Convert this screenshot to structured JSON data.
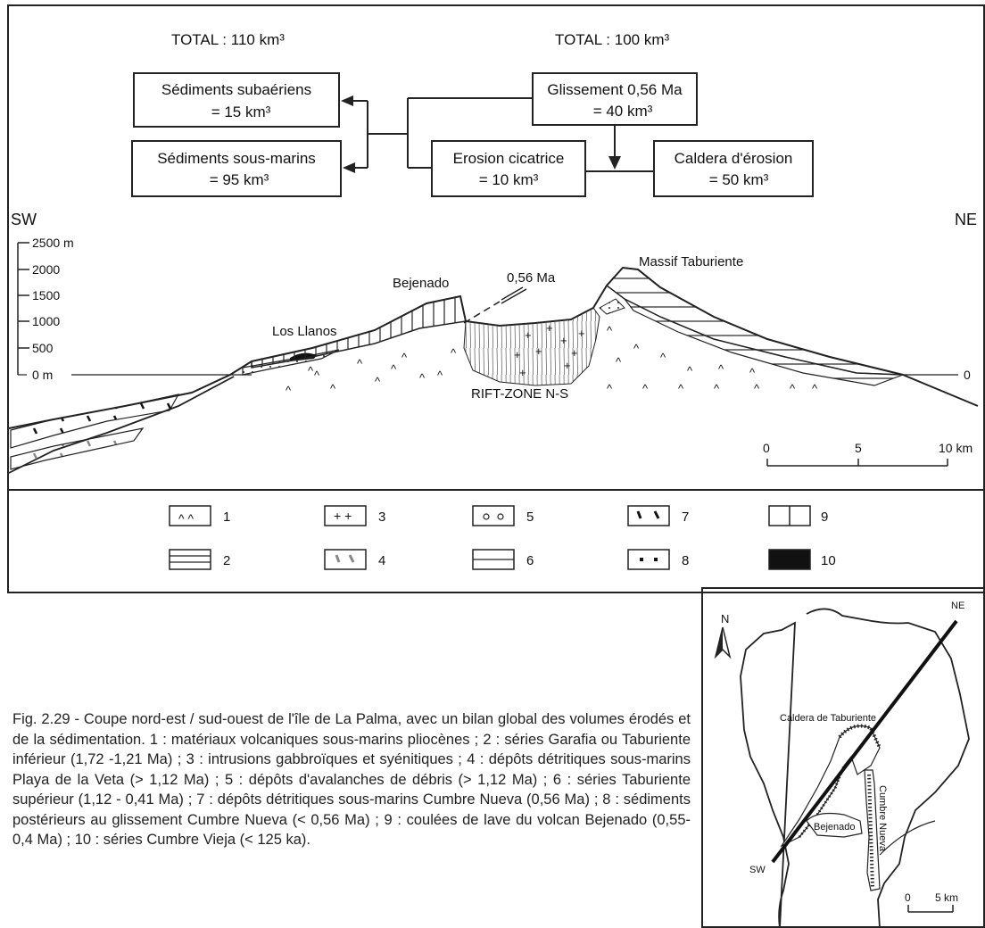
{
  "budget": {
    "total_left": "TOTAL : 110 km³",
    "total_right": "TOTAL : 100 km³",
    "subaerial": {
      "line1": "Sédiments subaériens",
      "line2": "= 15 km³"
    },
    "submarine": {
      "line1": "Sédiments sous-marins",
      "line2": "= 95 km³"
    },
    "landslide": {
      "line1": "Glissement 0,56 Ma",
      "line2": "= 40 km³"
    },
    "scar_erosion": {
      "line1": "Erosion cicatrice",
      "line2": "= 10 km³"
    },
    "caldera": {
      "line1": "Caldera d'érosion",
      "line2": "= 50 km³"
    }
  },
  "section": {
    "sw": "SW",
    "ne": "NE",
    "elevations": [
      "2500 m",
      "2000",
      "1500",
      "1000",
      "500",
      "0 m"
    ],
    "zero_right": "0",
    "bejenado": "Bejenado",
    "los_llanos": "Los Llanos",
    "slide_age": "0,56 Ma",
    "massif": "Massif Taburiente",
    "rift": "RIFT-ZONE N-S",
    "scale": [
      "0",
      "5",
      "10 km"
    ]
  },
  "legend": [
    "1",
    "2",
    "3",
    "4",
    "5",
    "6",
    "7",
    "8",
    "9",
    "10"
  ],
  "map": {
    "north": "N",
    "ne": "NE",
    "sw": "SW",
    "caldera": "Caldera de Taburiente",
    "bejenado": "Bejenado",
    "cumbre": "Cumbre Nueva",
    "scale0": "0",
    "scale5": "5 km"
  },
  "caption": "Fig. 2.29 - Coupe nord-est / sud-ouest de l'île de La Palma, avec un bilan global des volumes érodés et de la sédimentation. 1 : matériaux volcaniques sous-marins pliocènes ; 2 : séries Garafia ou Taburiente inférieur (1,72 -1,21 Ma) ; 3 : intrusions gabbroïques et syénitiques ; 4 : dépôts détritiques sous-marins Playa de la Veta (> 1,12 Ma) ; 5 : dépôts d'avalanches de débris (> 1,12 Ma) ; 6 : séries Taburiente supérieur (1,12 - 0,41 Ma) ; 7 : dépôts détritiques sous-marins Cumbre Nueva (0,56 Ma) ; 8 : sédiments postérieurs au glissement Cumbre Nueva (< 0,56 Ma) ; 9 : coulées de lave du volcan Bejenado (0,55-0,4 Ma) ; 10 : séries Cumbre Vieja (< 125 ka)."
}
